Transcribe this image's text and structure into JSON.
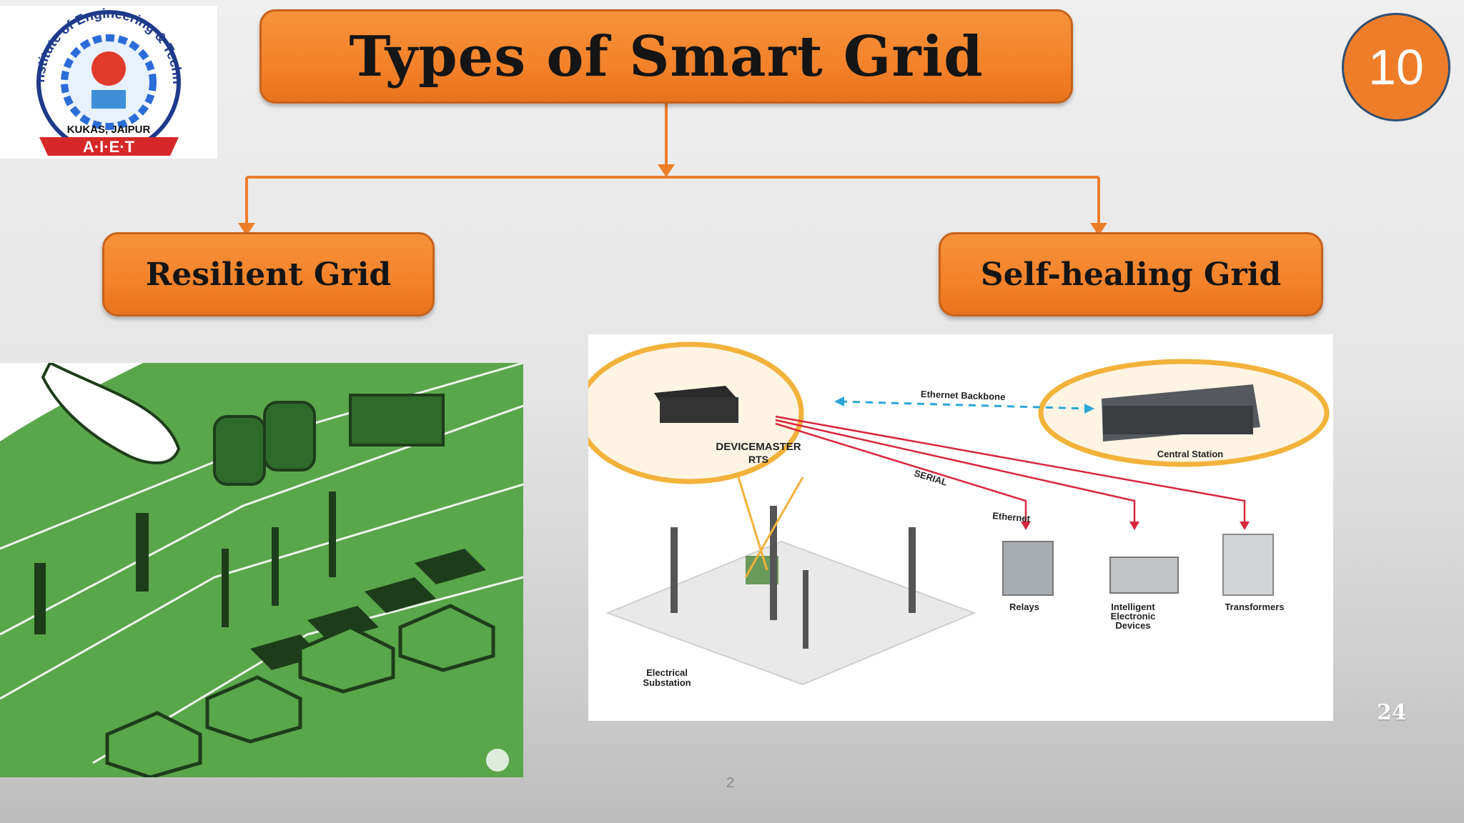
{
  "logo": {
    "institute_name": "Arya Institute of Engineering & Technology",
    "location": "KUKAS, JAIPUR",
    "acronym": "A·I·E·T"
  },
  "title": "Types of Smart Grid",
  "slide_badge": "10",
  "branches": {
    "left_label": "Resilient Grid",
    "right_label": "Self-healing Grid"
  },
  "diagram_labels": {
    "devicemaster": "DEVICEMASTER",
    "rts": "RTS",
    "ethernet_backbone": "Ethernet Backbone",
    "central_station": "Central Station",
    "serial": "SERIAL",
    "ethernet": "Ethernet",
    "relays": "Relays",
    "ied_line1": "Intelligent",
    "ied_line2": "Electronic",
    "ied_line3": "Devices",
    "transformers": "Transformers",
    "substation_line1": "Electrical",
    "substation_line2": "Substation"
  },
  "source_page_number": "24",
  "slide_page_number": "2",
  "colors": {
    "accent_orange": "#f3822a",
    "badge_border": "#2f4f73",
    "resilient_green": "#5aa64a",
    "serial_red": "#d7263d",
    "ethernet_blue": "#2aa6d8",
    "highlight_ring": "#f3b23a"
  }
}
